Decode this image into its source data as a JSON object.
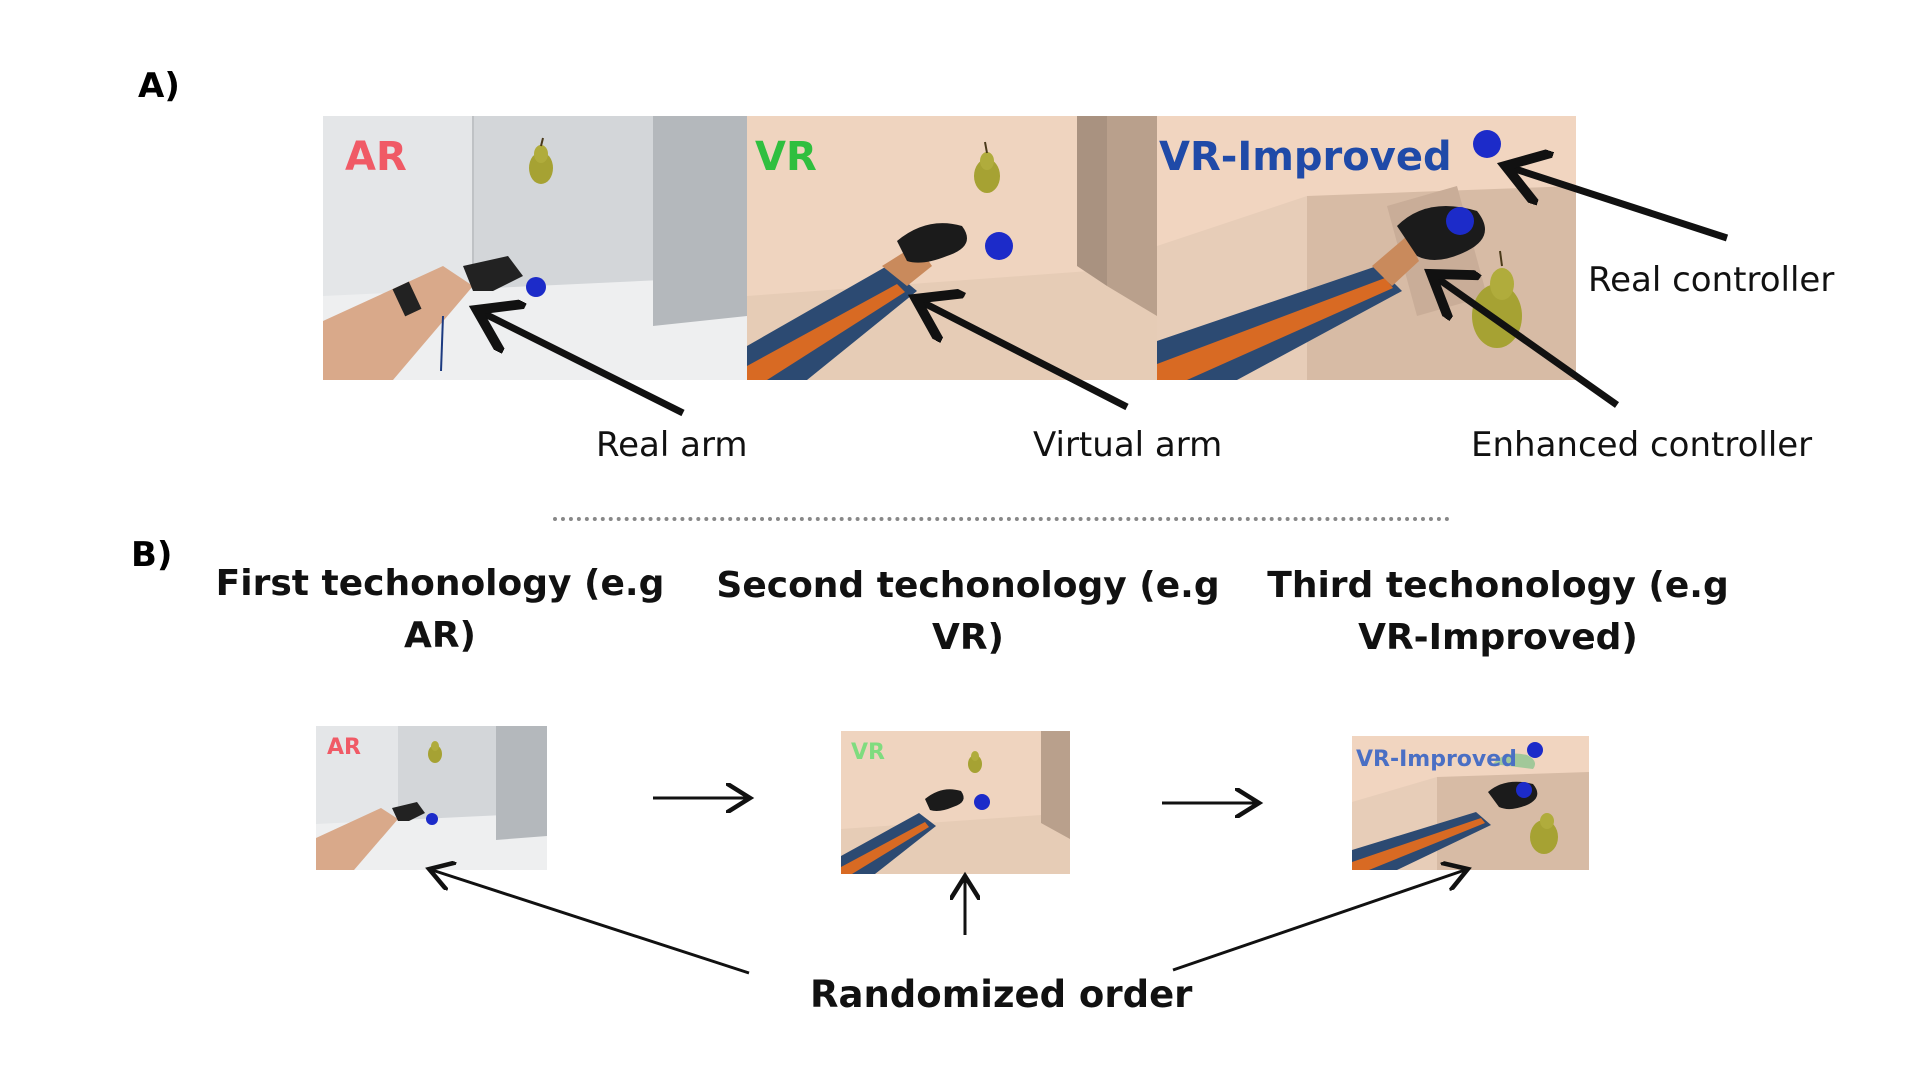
{
  "panel_a": {
    "label": "A)",
    "scenes": [
      {
        "name": "AR",
        "label": "AR",
        "label_color": "#f05a66",
        "bg": "#d2d5d8",
        "kind": "ar"
      },
      {
        "name": "VR",
        "label": "VR",
        "label_color": "#2fbf3f",
        "bg": "#efd3bd",
        "kind": "vr"
      },
      {
        "name": "VR-Improved",
        "label": "VR-Improved",
        "label_color": "#1f4aa8",
        "bg": "#f0d3bd",
        "kind": "vri"
      }
    ],
    "annotations": {
      "real_arm": "Real arm",
      "virtual_arm": "Virtual arm",
      "real_controller": "Real controller",
      "enhanced_controller": "Enhanced controller"
    }
  },
  "panel_b": {
    "label": "B)",
    "stages": [
      {
        "line1": "First techonology (e.g",
        "line2": "AR)"
      },
      {
        "line1": "Second techonology (e.g",
        "line2": "VR)"
      },
      {
        "line1": "Third techonology (e.g",
        "line2": "VR-Improved)"
      }
    ],
    "randomized_label": "Randomized order"
  },
  "colors": {
    "arrow": "#111111",
    "divider": "#888888",
    "controller_ball": "#1c2bc9",
    "pear": "#a5a233",
    "sleeve": "#2c4a72",
    "stripe": "#d86a23",
    "skin": "#c98a5c"
  }
}
